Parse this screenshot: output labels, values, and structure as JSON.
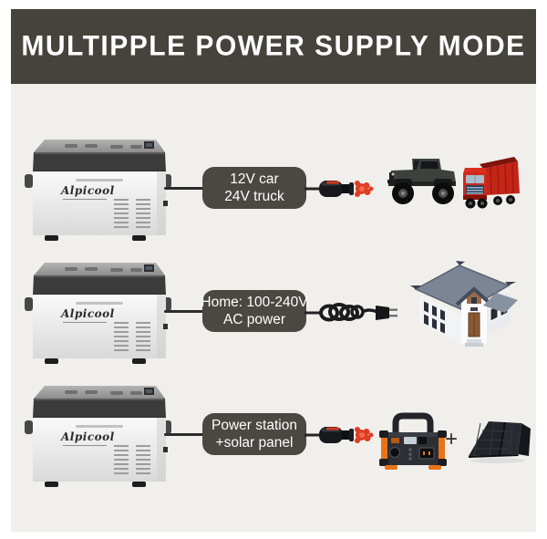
{
  "header": {
    "title": "MULTIPPLE POWER SUPPLY MODE"
  },
  "brand": {
    "logo": "Alpicool"
  },
  "rows": [
    {
      "label_line1": "12V car",
      "label_line2": "24V truck",
      "connector": "car-lighter-plug-icon",
      "illustrations": [
        "jeep-suv-icon",
        "red-semi-truck-icon"
      ]
    },
    {
      "label_line1": "Home: 100-240V",
      "label_line2": "AC power",
      "connector": "ac-wall-plug-icon",
      "illustrations": [
        "house-icon"
      ]
    },
    {
      "label_line1": "Power station",
      "label_line2": "+solar panel",
      "plus": "+",
      "connector": "car-lighter-plug-icon",
      "illustrations": [
        "power-station-icon",
        "solar-panel-icon"
      ]
    }
  ],
  "colors": {
    "banner_bg": "#46433c",
    "label_bg": "#4b4741",
    "panel_bg": "#f0efec",
    "cable": "#2b2b2b",
    "accent_red": "#d84127",
    "accent_orange": "#e87418",
    "truck_red": "#c9271a"
  }
}
